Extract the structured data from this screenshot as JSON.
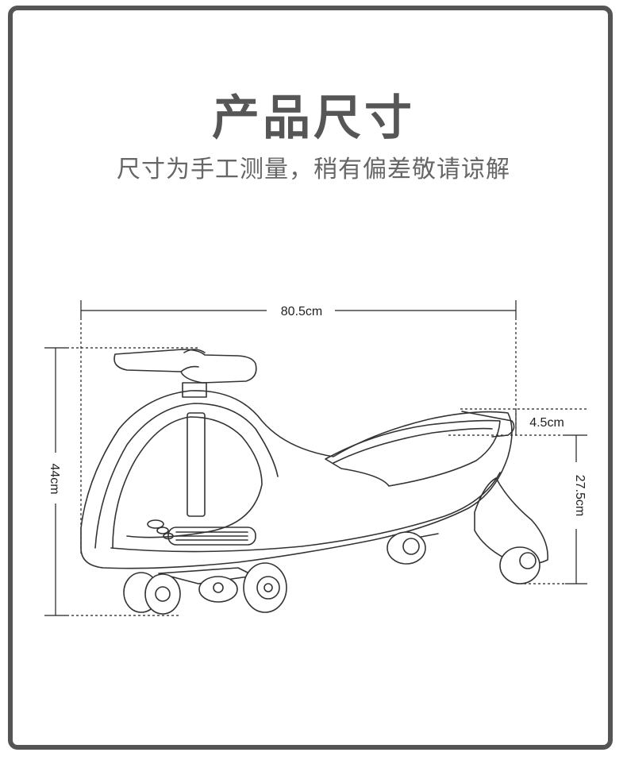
{
  "header": {
    "title": "产品尺寸",
    "subtitle": "尺寸为手工测量，稍有偏差敬请谅解"
  },
  "dimensions": {
    "length": "80.5cm",
    "height": "44cm",
    "seat_height": "27.5cm",
    "rear_lip": "4.5cm"
  },
  "colors": {
    "frame": "#555555",
    "text": "#565656",
    "line": "#333333"
  }
}
